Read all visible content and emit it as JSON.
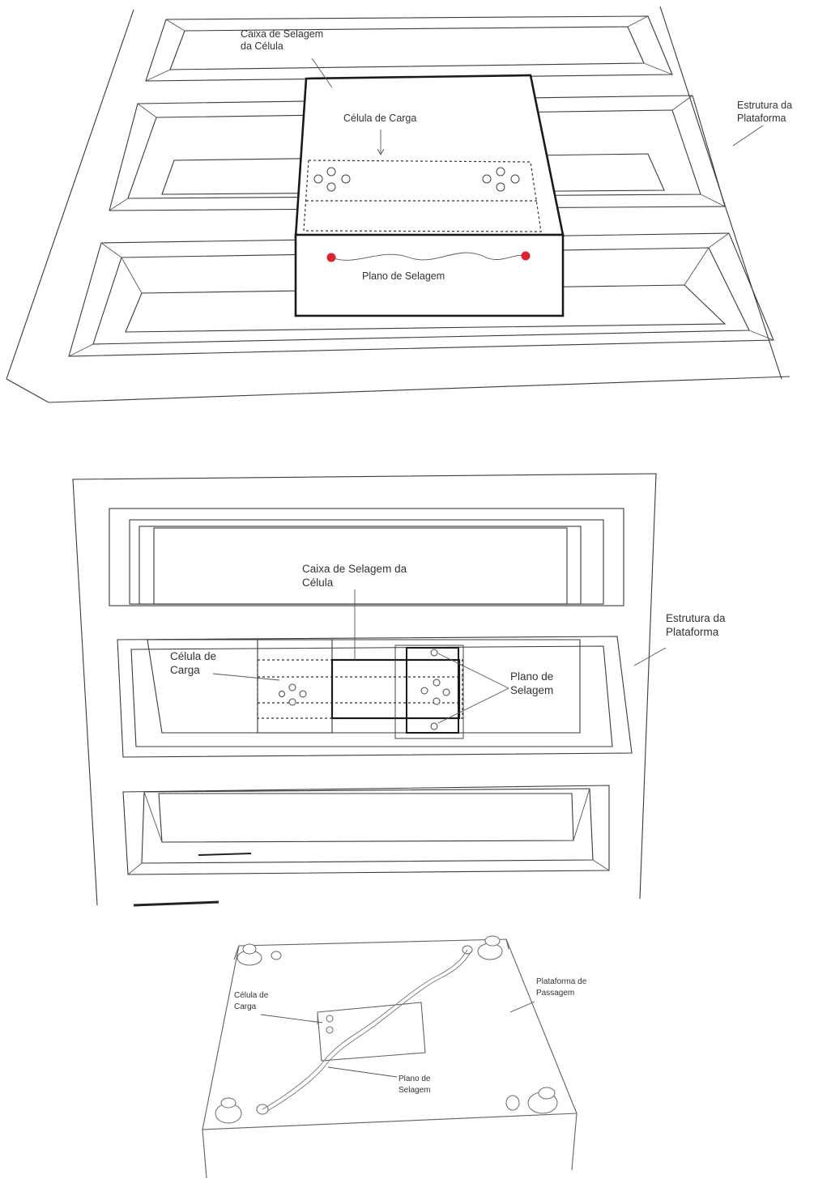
{
  "figure_top": {
    "labels": {
      "seal_box_l1": "Caixa de Selagem",
      "seal_box_l2": "da Célula",
      "load_cell": "Célula de Carga",
      "platform_l1": "Estrutura da",
      "platform_l2": "Plataforma",
      "seal_plane": "Plano de Selagem"
    },
    "seal_point_color": "#e0202a"
  },
  "figure_middle": {
    "labels": {
      "seal_box_l1": "Caixa de Selagem da",
      "seal_box_l2": "Célula",
      "load_cell_l1": "Célula de",
      "load_cell_l2": "Carga",
      "seal_plane_l1": "Plano de",
      "seal_plane_l2": "Selagem",
      "platform_l1": "Estrutura da",
      "platform_l2": "Plataforma"
    }
  },
  "figure_bottom": {
    "labels": {
      "load_cell_l1": "Célula de",
      "load_cell_l2": "Carga",
      "platform_l1": "Plataforma de",
      "platform_l2": "Passagem",
      "seal_plane_l1": "Plano de",
      "seal_plane_l2": "Selagem"
    }
  }
}
